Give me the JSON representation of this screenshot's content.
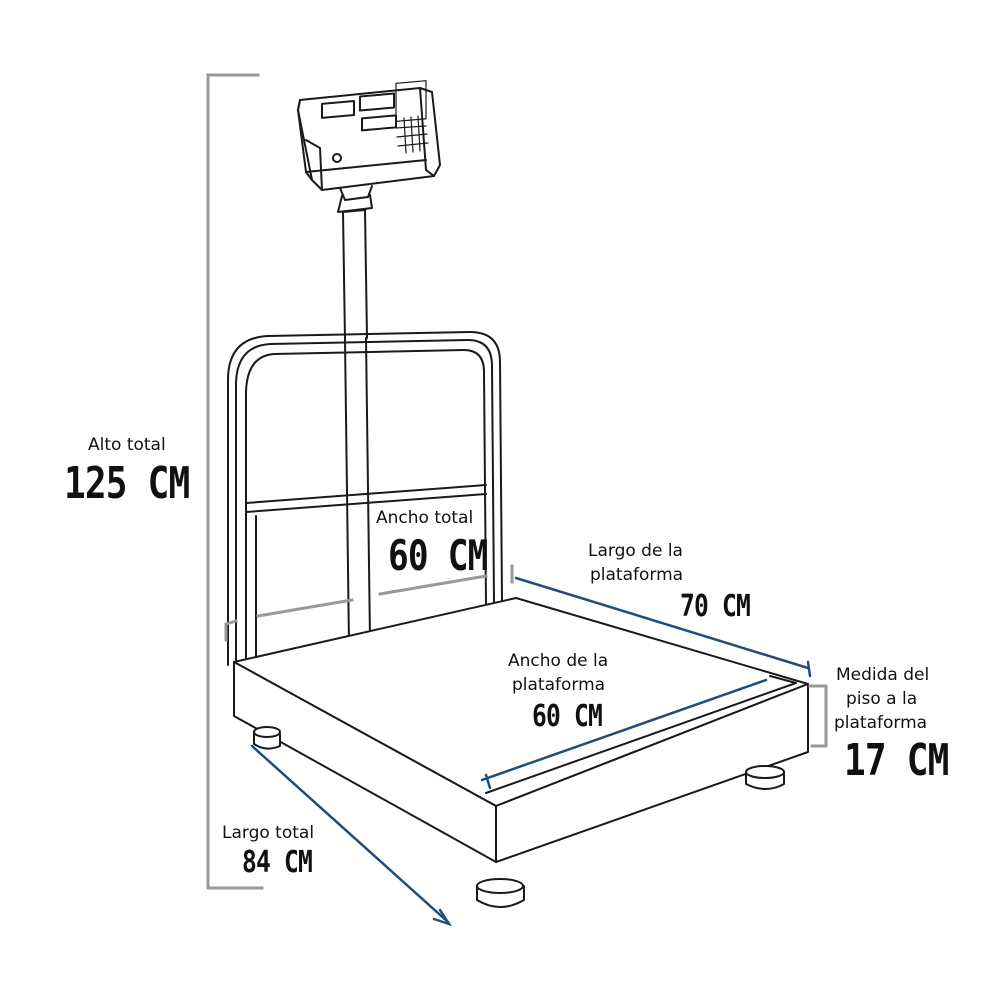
{
  "colors": {
    "outline": "#1a1a1a",
    "dimension_gray": "#999999",
    "dimension_blue": "#1f4e79",
    "background": "#ffffff"
  },
  "labels": {
    "alto_total": {
      "caption": "Alto total",
      "value": "125 CM"
    },
    "ancho_total": {
      "caption": "Ancho total",
      "value": "60 CM"
    },
    "largo_plataforma": {
      "caption_line1": "Largo de la",
      "caption_line2": "plataforma",
      "value": "70 CM"
    },
    "ancho_plataforma": {
      "caption_line1": "Ancho de la",
      "caption_line2": "plataforma",
      "value": "60 CM"
    },
    "medida_piso": {
      "caption_line1": "Medida del",
      "caption_line2": "piso a la",
      "caption_line3": "plataforma",
      "value": "17 CM"
    },
    "largo_total": {
      "caption": "Largo total",
      "value": "84 CM"
    }
  }
}
